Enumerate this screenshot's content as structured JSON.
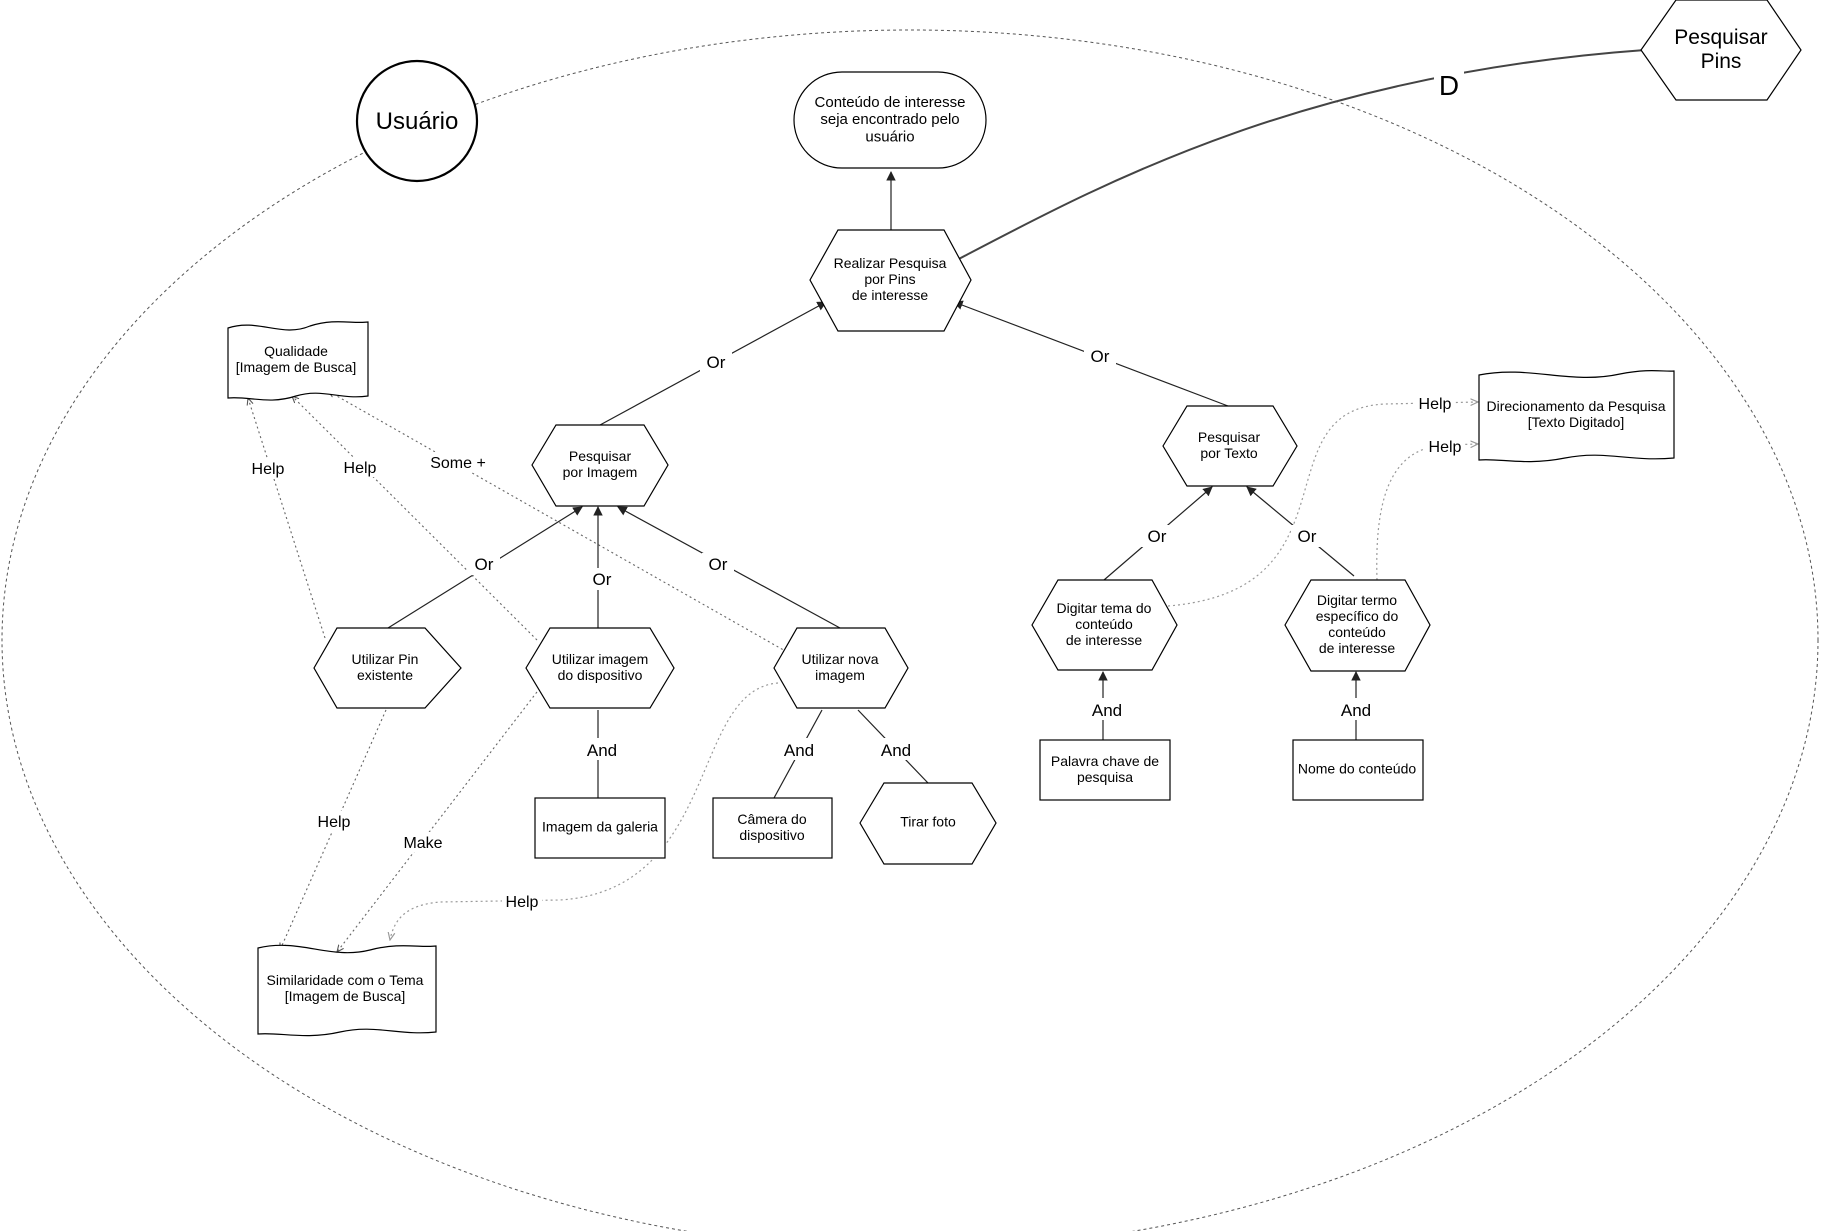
{
  "actors": {
    "usuario": "Usuário",
    "pesquisar_pins": "Pesquisar\nPins"
  },
  "dependency_label": "D",
  "goal": "Conteúdo de interesse\nseja encontrado pelo\nusuário",
  "tasks": {
    "realizar": "Realizar Pesquisa\npor Pins\nde interesse",
    "por_imagem": "Pesquisar\npor Imagem",
    "por_texto": "Pesquisar\npor Texto",
    "pin_existente": "Utilizar Pin\nexistente",
    "imagem_dispositivo": "Utilizar imagem\ndo dispositivo",
    "nova_imagem": "Utilizar nova\nimagem",
    "tirar_foto": "Tirar foto",
    "tema_conteudo": "Digitar tema do\nconteúdo\nde interesse",
    "termo_especifico": "Digitar termo\nespecífico do\nconteúdo\nde interesse"
  },
  "resources": {
    "galeria": "Imagem da galeria",
    "camera": "Câmera do\ndispositivo",
    "palavra_chave": "Palavra chave de\npesquisa",
    "nome_conteudo": "Nome do conteúdo"
  },
  "softgoals": {
    "qualidade": "Qualidade\n[Imagem de Busca]",
    "similaridade": "Similaridade com o Tema\n[Imagem de Busca]",
    "direcionamento": "Direcionamento da Pesquisa\n[Texto Digitado]"
  },
  "link_labels": {
    "or": "Or",
    "and": "And",
    "help": "Help",
    "make": "Make",
    "some_plus": "Some +"
  }
}
